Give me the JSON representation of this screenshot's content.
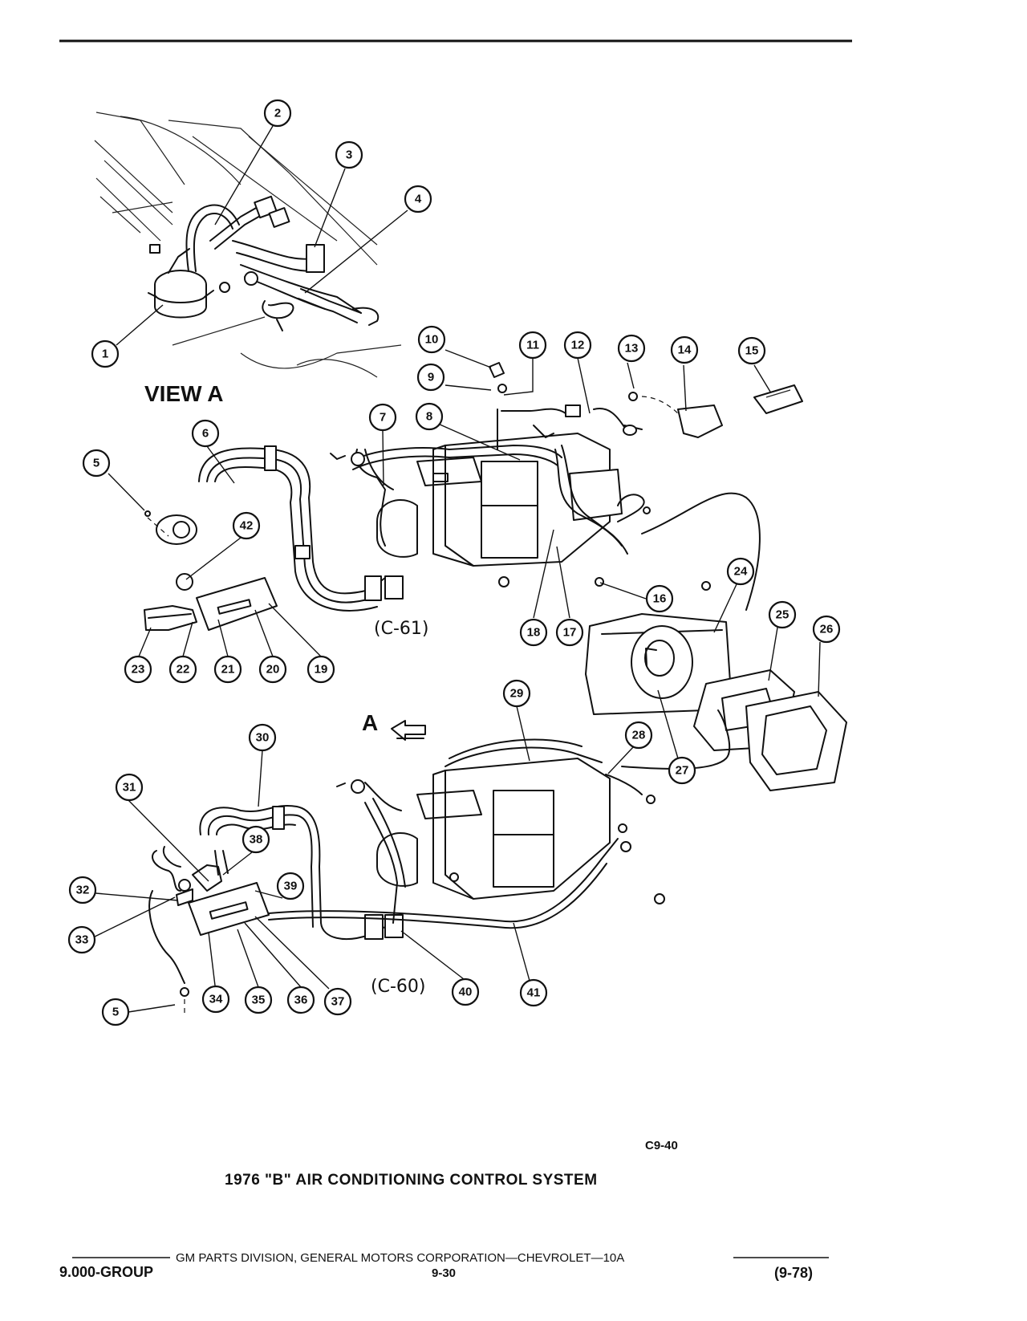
{
  "header": {
    "rule": true
  },
  "diagram": {
    "view_label": "VIEW A",
    "arrow_label": "A",
    "assembly_codes": [
      "(C-61)",
      "(C-60)"
    ],
    "figure_code": "C9-40",
    "caption": "1976 \"B\" AIR CONDITIONING CONTROL SYSTEM",
    "callouts": [
      "1",
      "2",
      "3",
      "4",
      "5",
      "6",
      "7",
      "8",
      "9",
      "10",
      "11",
      "12",
      "13",
      "14",
      "15",
      "16",
      "17",
      "18",
      "19",
      "20",
      "21",
      "22",
      "23",
      "24",
      "25",
      "26",
      "27",
      "28",
      "29",
      "30",
      "31",
      "32",
      "33",
      "34",
      "35",
      "36",
      "37",
      "38",
      "39",
      "40",
      "41",
      "42",
      "5"
    ]
  },
  "footer": {
    "division_line": "GM PARTS DIVISION, GENERAL MOTORS CORPORATION—CHEVROLET—10A",
    "group": "9.000-GROUP",
    "page_number": "9-30",
    "date_code": "(9-78)"
  }
}
